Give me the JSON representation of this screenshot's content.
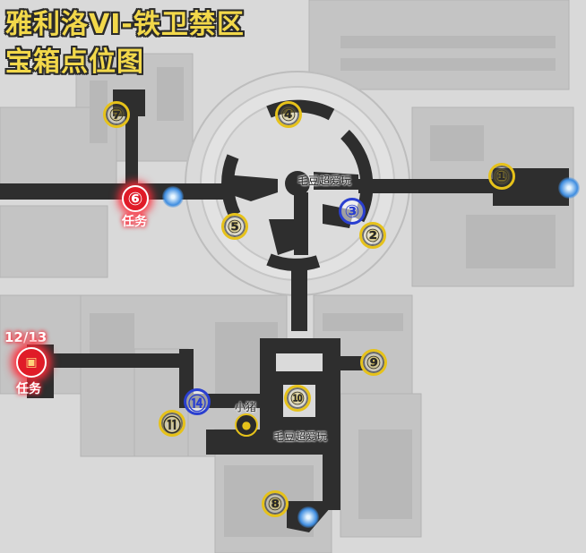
{
  "title": {
    "line1": "雅利洛VI-铁卫禁区",
    "line2": "宝箱点位图"
  },
  "markers": [
    {
      "id": "1",
      "text": "①",
      "style": "gold"
    },
    {
      "id": "2",
      "text": "②",
      "style": "gold"
    },
    {
      "id": "3",
      "text": "③",
      "style": "blue"
    },
    {
      "id": "4",
      "text": "④",
      "style": "gold"
    },
    {
      "id": "5",
      "text": "⑤",
      "style": "gold"
    },
    {
      "id": "6",
      "text": "⑥",
      "style": "red"
    },
    {
      "id": "7",
      "text": "⑦",
      "style": "gold"
    },
    {
      "id": "8",
      "text": "⑧",
      "style": "gold"
    },
    {
      "id": "9",
      "text": "⑨",
      "style": "gold"
    },
    {
      "id": "10",
      "text": "⑩",
      "style": "gold"
    },
    {
      "id": "11",
      "text": "⑪",
      "style": "gold"
    },
    {
      "id": "14",
      "text": "⑭",
      "style": "blue"
    }
  ],
  "labels": {
    "plaza_label": "毛豆超爱玩",
    "south_label": "毛豆超爱玩",
    "piglet": "小猪",
    "task_label": "任务",
    "task_label_2": "任务",
    "chest_counter": "12/13"
  },
  "icons": {
    "teleport": "teleport-icon",
    "chest": "treasure-chest-icon",
    "piglet": "piglet-icon"
  },
  "colors": {
    "marker_gold": "#e6c21a",
    "marker_blue": "#2a3fd0",
    "task_red": "#e01c28",
    "title_yellow": "#f2d84a",
    "path_dark": "#2e2e2e",
    "map_bg": "#d9d9d9"
  }
}
